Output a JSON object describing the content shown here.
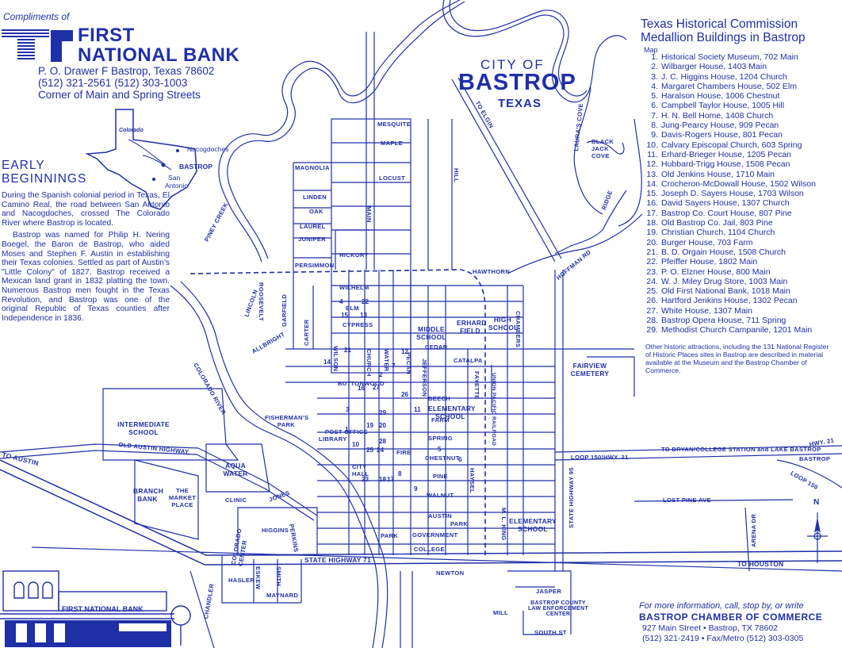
{
  "header": {
    "compliments": "Compliments of",
    "bank_name_line1": "FIRST",
    "bank_name_line2": "NATIONAL BANK",
    "address_line1": "P. O. Drawer F        Bastrop, Texas 78602",
    "address_line2": "(512) 321-2561      (512) 303-1003",
    "address_line3": "Corner of Main and Spring Streets"
  },
  "inset_map": {
    "labels": [
      "Colorado",
      "Nacogdoches",
      "BASTROP",
      "San",
      "Antonio"
    ]
  },
  "early_beginnings": {
    "title_line1": "EARLY",
    "title_line2": "BEGINNINGS",
    "paragraph1": "During the Spanish colonial period in Texas, El Camino Real, the road between San Antonio and Nacogdoches, crossed The Colorado River where Bastrop is located.",
    "paragraph2": "Bastrop was named for Philip H. Nering Boegel, the Baron de Bastrop, who aided Moses and Stephen F. Austin in establishing their Texas colonies. Settled as part of Austin's \"Little Colony\" of 1827, Bastrop received a Mexican land grant in 1832 platting the town. Numerous Bastrop men fought in the Texas Revolution, and Bastrop was one of the original Republic of Texas counties after Independence in 1836."
  },
  "city_title": {
    "line1": "CITY OF",
    "line2": "BASTROP",
    "line3": "TEXAS"
  },
  "medallion": {
    "title_line1": "Texas Historical Commission",
    "title_line2": "Medallion Buildings in Bastrop",
    "map_heading": "Map",
    "items": [
      {
        "n": "1.",
        "text": "Historical Society Museum, 702 Main"
      },
      {
        "n": "2.",
        "text": "Wilbarger House, 1403 Main"
      },
      {
        "n": "3.",
        "text": "J. C. Higgins House, 1204 Church"
      },
      {
        "n": "4.",
        "text": "Margaret Chambers House, 502 Elm"
      },
      {
        "n": "5.",
        "text": "Haralson House, 1006 Chestnut"
      },
      {
        "n": "6.",
        "text": "Campbell Taylor House, 1005 Hill"
      },
      {
        "n": "7.",
        "text": "H. N. Bell Home, 1408 Church"
      },
      {
        "n": "8.",
        "text": "Jung-Pearcy House, 909 Pecan"
      },
      {
        "n": "9.",
        "text": "Davis-Rogers House, 801 Pecan"
      },
      {
        "n": "10.",
        "text": "Calvary Episcopal Church, 603 Spring"
      },
      {
        "n": "11.",
        "text": "Erhard-Brieger House, 1205 Pecan"
      },
      {
        "n": "12.",
        "text": "Hubbard-Trigg House, 1508 Pecan"
      },
      {
        "n": "13.",
        "text": "Old Jenkins House, 1710 Main"
      },
      {
        "n": "14.",
        "text": "Crocheron-McDowall House, 1502 Wilson"
      },
      {
        "n": "15.",
        "text": "Joseph D. Sayers House, 1703 Wilson"
      },
      {
        "n": "16.",
        "text": "David Sayers House, 1307 Church"
      },
      {
        "n": "17.",
        "text": "Bastrop Co. Court House, 807 Pine"
      },
      {
        "n": "18.",
        "text": "Old Bastrop Co. Jail, 803 Pine"
      },
      {
        "n": "19.",
        "text": "Christian Church, 1104 Church"
      },
      {
        "n": "20.",
        "text": "Burger House, 703 Farm"
      },
      {
        "n": "21.",
        "text": "B. D. Orgain House, 1508 Church"
      },
      {
        "n": "22.",
        "text": "Pfeiffer House, 1802 Main"
      },
      {
        "n": "23.",
        "text": "P. O. Elzner House, 800 Main"
      },
      {
        "n": "24.",
        "text": "W. J. Miley Drug Store, 1003 Main"
      },
      {
        "n": "25.",
        "text": "Old First National Bank, 1018 Main"
      },
      {
        "n": "26.",
        "text": "Hartford Jenkins House, 1302 Pecan"
      },
      {
        "n": "27.",
        "text": "White House, 1307 Main"
      },
      {
        "n": "28.",
        "text": "Bastrop Opera House, 711 Spring"
      },
      {
        "n": "29.",
        "text": "Methodist Church Campanile, 1201 Main"
      }
    ],
    "other_note": "Other historic attractions, including the 131 National Register of Historic Places sites in Bastrop are described in material available at the Museum and the Bastrop Chamber of Commerce."
  },
  "contact": {
    "lead": "For more information, call, stop by, or write",
    "org": "BASTROP CHAMBER OF COMMERCE",
    "address": "927 Main Street   •   Bastrop, TX 78602",
    "phone": "(512) 321-2419 • Fax/Metro (512) 303-0305"
  },
  "map_labels": {
    "mesquite": "MESQUITE",
    "maple": "MAPLE",
    "magnolia": "MAGNOLIA",
    "locust": "LOCUST",
    "linden": "LINDEN",
    "oak": "OAK",
    "laurel": "LAUREL",
    "juniper": "JUNIPER",
    "persimmon": "PERSIMMON",
    "hickory": "HICKORY",
    "hawthorn": "HAWTHORN",
    "wilhelm": "WILHELM",
    "elm": "ELM",
    "cypress": "CYPRESS",
    "cedar": "CEDAR",
    "catalpa": "CATALPA",
    "buttonwood": "BUTTONWOOD",
    "beech": "BEECH",
    "farm": "FARM",
    "spring": "SPRING",
    "chestnut": "CHESTNUT",
    "pine": "PINE",
    "walnut": "WALNUT",
    "austin": "AUSTIN",
    "government": "GOVERNMENT",
    "college": "COLLEGE",
    "newton": "NEWTON",
    "jasper": "JASPER",
    "south_st": "SOUTH ST",
    "mill": "MILL",
    "middle_school": "MIDDLE SCHOOL",
    "erhard_field": "ERHARD FIELD",
    "high_school": "HIGH SCHOOL",
    "fairview_cemetery": "FAIRVIEW CEMETERY",
    "elementary_school": "ELEMENTARY SCHOOL",
    "elementary_school_2": "ELEMENTARY SCHOOL",
    "intermediate_school": "INTERMEDIATE SCHOOL",
    "aqua_water": "AQUA WATER",
    "branch_bank": "BRANCH BANK",
    "market_place": "THE MARKET PLACE",
    "clinic": "CLINIC",
    "fishermans_park": "FISHERMAN'S PARK",
    "post_office": "POST OFFICE",
    "library": "LIBRARY",
    "city_hall": "CITY HALL",
    "fire": "FIRE",
    "park": "PARK",
    "park2": "PARK",
    "law_enforcement": "BASTROP COUNTY LAW ENFORCEMENT CENTER",
    "to_austin": "TO AUSTIN",
    "old_austin_highway": "OLD      AUSTIN      HIGHWAY",
    "state_highway_71": "STATE HIGHWAY 71",
    "to_houston": "TO    HOUSTON",
    "to_bryan": "TO BRYAN/COLLEGE STATION and LAKE BASTROP",
    "loop_150": "LOOP 150/HWY. 21",
    "lost_pines_ave": "LOST      PINE      AVE",
    "to_elgin": "TO ELGIN",
    "hoffman_rd": "HOFFMAN RD",
    "piney_creek": "PINEY CREEK",
    "colorado_river": "COLORADO RIVER",
    "lauras_cove": "LAURA'S COVE",
    "black_jack_cove": "BLACK JACK COVE",
    "main": "MAIN",
    "hill": "HILL",
    "pecan": "PECAN",
    "jefferson": "JEFFERSON",
    "fayette": "FAYETTE",
    "haysel": "HAYSEL",
    "mlk": "M. L. KING",
    "state_highway_95": "STATE HIGHWAY 95",
    "arena_dr": "ARENA DR",
    "union_pacific": "UNION PACIFIC RAILROAD",
    "church": "CHURCH",
    "water": "WATER",
    "wilson": "WILSON",
    "carter": "CARTER",
    "lincoln": "LINCOLN",
    "roosevelt": "ROOSEVELT",
    "garfield": "GARFIELD",
    "allbright": "ALLBRIGHT",
    "chambers": "CHAMBERS",
    "jones": "JONES",
    "higgins": "HIGGINS",
    "perkins": "PERKINS",
    "colorado_center": "COLORADO CENTER",
    "chandler": "CHANDLER",
    "haslers": "HASLER",
    "eskew": "ESKEW",
    "smith": "SMITH",
    "maynard": "MAYNARD",
    "ridge": "RIDGE",
    "bastrop_loop": "BASTROP",
    "hwy_21": "HWY. 21",
    "loop_150b": "LOOP 150",
    "compass_n": "N",
    "bank_sign": "FIRST NATIONAL BANK"
  },
  "map_numbers": [
    "1",
    "2",
    "3",
    "4",
    "5",
    "6",
    "7",
    "8",
    "9",
    "10",
    "11",
    "12",
    "13",
    "14",
    "15",
    "16",
    "17",
    "18",
    "19",
    "20",
    "21",
    "22",
    "23",
    "24",
    "25",
    "26",
    "27",
    "28",
    "29"
  ],
  "colors": {
    "ink": "#1f2fa8",
    "paper": "#ffffff"
  }
}
